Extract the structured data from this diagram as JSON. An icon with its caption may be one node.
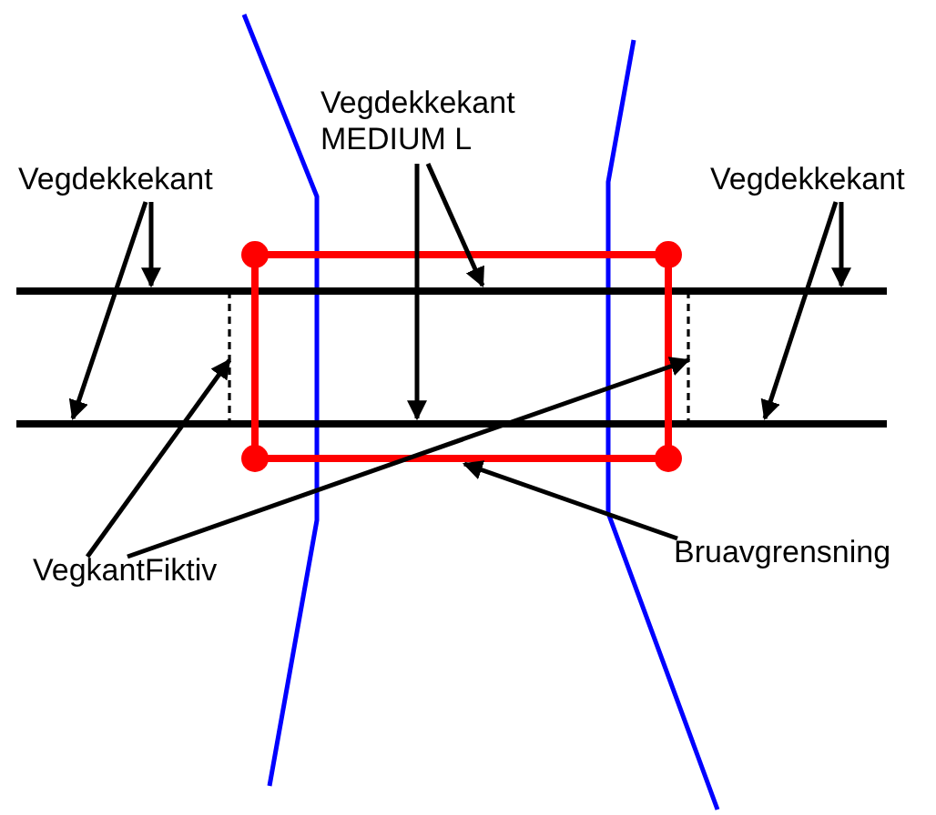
{
  "diagram": {
    "nodes": [
      {
        "text": [
          "Vegdekkekant"
        ]
      },
      {
        "text": [
          "Vegdekkekant MEDIUM L"
        ]
      },
      {
        "text": [
          "Vegdekkekant"
        ]
      },
      {
        "text": [
          "VegkantFiktiv"
        ]
      },
      {
        "text": [
          "Bruavgrensning"
        ]
      },
      {
        "text": [],
        "shape": "line"
      },
      {
        "text": [],
        "shape": "line"
      },
      {
        "text": [],
        "shape": "line"
      },
      {
        "text": [],
        "shape": "line"
      },
      {
        "text": [],
        "shape": "box"
      }
    ],
    "edges": [
      {
        "from": 0,
        "to": 5,
        "arrow": "to"
      },
      {
        "from": 0,
        "to": 6,
        "arrow": "to"
      },
      {
        "from": 1,
        "to": 5,
        "arrow": "to"
      },
      {
        "from": 1,
        "to": 6,
        "arrow": "to"
      },
      {
        "from": 2,
        "to": 5,
        "arrow": "to"
      },
      {
        "from": 2,
        "to": 6,
        "arrow": "to"
      },
      {
        "from": 3,
        "to": 7,
        "arrow": "to"
      },
      {
        "from": 3,
        "to": 8,
        "arrow": "to"
      },
      {
        "from": 4,
        "to": 9,
        "arrow": "to"
      }
    ]
  }
}
